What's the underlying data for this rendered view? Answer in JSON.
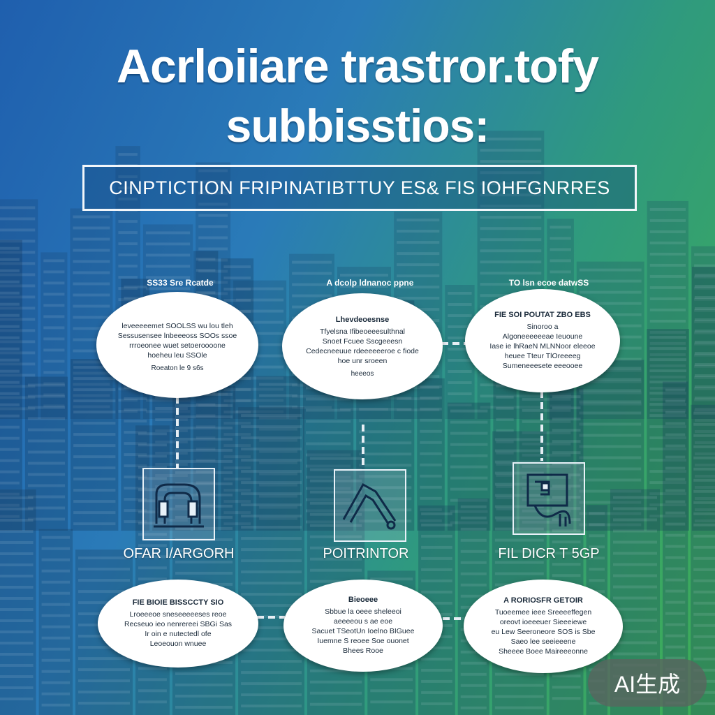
{
  "title": {
    "line1": "Acrloiiare trastror.tofy",
    "line2": "subbisstios:"
  },
  "banner": "CINPTICTION FRIPINATIBTTUY ES& FIS IOHFGNRRES",
  "top_captions": [
    "SS33 Sre Rcatde",
    "A dcolp ldnanoc ppne",
    "TO lsn ecoe datwSS"
  ],
  "top_bubbles": [
    {
      "heading": "",
      "lines": [
        "leveeeeemet SOOLSS wu lou tleh",
        "Sessusensee lnbeeeoss SOOs ssoe",
        "rrroeonee wuet setoeroooone",
        "hoeheu leu SSOle"
      ],
      "footer": "Roeaton le 9 s6s"
    },
    {
      "heading": "Lhevdeoesnse",
      "lines": [
        "Tfyelsna Ifibeoeeesulthnal",
        "Snoet Fcuee Sscgeeesn",
        "Cedecneeuue rdeeeeeeroe c fiode",
        "hoe unr sroeen"
      ],
      "footer": "heeeos"
    },
    {
      "heading": "FIE SOI POUTAT ZBO EBS",
      "lines": [
        "Sinoroo a",
        "Algoneeeeeeae Ieuoune",
        "Iase ie lhRaeN MLNNoor eleeoe",
        "heuee Tteur TlOreeeeg",
        "Sumeneeesete eeeooee"
      ],
      "footer": ""
    }
  ],
  "icons": [
    {
      "name": "machine-icon",
      "label": "OFAR I/ARGORH"
    },
    {
      "name": "path-icon",
      "label": "POITRINTOR"
    },
    {
      "name": "map-icon",
      "label": "FIL DICR T 5GP"
    }
  ],
  "bottom_bubbles": [
    {
      "heading": "FIE BIOIE BISSCCTY SIO",
      "lines": [
        "Lroeeeoe sneseeeeeses reoe",
        "Recseuo ieo nenrereei SBGi Sas",
        "Ir oin e nutectedl ofe",
        "Leoeouon wnuee"
      ],
      "footer": ""
    },
    {
      "heading": "Bieoeee",
      "lines": [
        "Sbbue la oeee sheleeoi",
        "aeeeeou s ae eoe",
        "Sacuet TSeotUn Ioelno BIGuee",
        "Iuemne S reoee Soe ouonet",
        "Bhees Rooe"
      ],
      "footer": ""
    },
    {
      "heading": "A RORIOSFR GETOIR",
      "lines": [
        "Tuoeemee ieee Sreeeeffegen",
        "oreovt ioeeeuer Sieeeiewe",
        "eu Lew Seeroneore SOS is Sbe",
        "Saeo lee seeieeene",
        "Sheeee Boee Maireeeonne"
      ],
      "footer": ""
    }
  ],
  "badge": "AI生成",
  "colors": {
    "bg_blue": "#1f5fae",
    "bg_green": "#3fae54",
    "bubble": "#ffffff",
    "text_dark": "#1a2a3a"
  }
}
